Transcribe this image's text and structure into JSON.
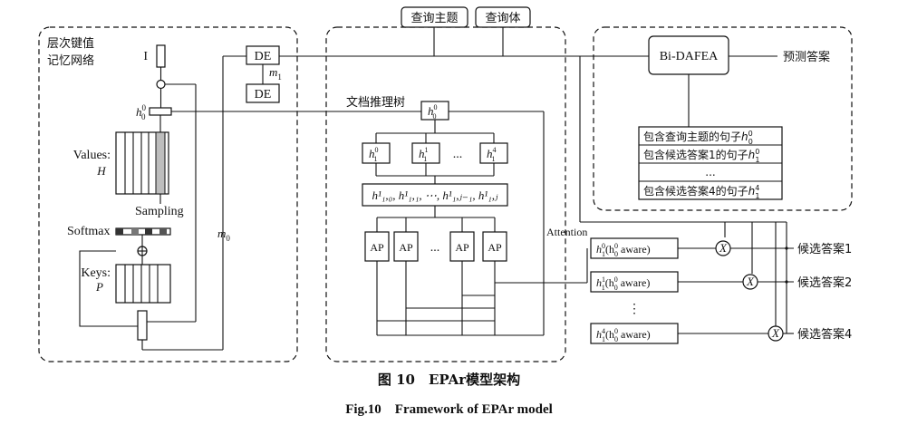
{
  "top_inputs": {
    "query_subject": "查询主题",
    "query_body": "查询体"
  },
  "memory": {
    "title_line1": "层次键值",
    "title_line2": "记忆网络",
    "input_label": "I",
    "h0_label": "h",
    "h0_sub": "0",
    "h0_sup": "0",
    "values_label": "Values:",
    "values_symbol": "H",
    "sampling_label": "Sampling",
    "softmax_label": "Softmax",
    "keys_label": "Keys:",
    "keys_symbol": "P",
    "m0_label": "m",
    "m0_sub": "0"
  },
  "de": {
    "de_top": "DE",
    "de_bottom": "DE",
    "m1_label": "m",
    "m1_sub": "1"
  },
  "tree": {
    "title": "文档推理树",
    "root_base": "h",
    "root_sup": "0",
    "root_sub": "0",
    "children": [
      {
        "base": "h",
        "sup": "0",
        "sub": "1"
      },
      {
        "base": "h",
        "sup": "1",
        "sub": "1"
      },
      {
        "base": "h",
        "sup": "4",
        "sub": "1"
      }
    ],
    "ellipsis": "...",
    "concat_label": "h¹₁,₀, h¹₁,₁, ⋯, h¹₁,ⱼ₋₁, h¹₁,ⱼ",
    "ap_label": "AP",
    "ap_ellipsis": "..."
  },
  "attention_label": "Attention",
  "bidaf": {
    "label": "Bi-DAFEA",
    "output_label": "预测答案",
    "sentences": [
      {
        "text": "包含查询主题的句子",
        "base": "h",
        "sup": "0",
        "sub": "0"
      },
      {
        "text": "包含候选答案1的句子",
        "base": "h",
        "sup": "0",
        "sub": "1"
      },
      {
        "text": "...",
        "base": "",
        "sup": "",
        "sub": ""
      },
      {
        "text": "包含候选答案4的句子",
        "base": "h",
        "sup": "4",
        "sub": "1"
      }
    ]
  },
  "candidates": [
    {
      "box_prefix": "h",
      "box_sup": "0",
      "box_sub": "1",
      "box_mid": "(h",
      "box_mid_sup": "0",
      "box_mid_sub": "0",
      "box_suffix": " aware)",
      "label": "候选答案1"
    },
    {
      "box_prefix": "h",
      "box_sup": "1",
      "box_sub": "1",
      "box_mid": "(h",
      "box_mid_sup": "0",
      "box_mid_sub": "0",
      "box_suffix": " aware)",
      "label": "候选答案2"
    },
    {
      "box_prefix": "h",
      "box_sup": "4",
      "box_sub": "1",
      "box_mid": "(h",
      "box_mid_sup": "0",
      "box_mid_sub": "0",
      "box_suffix": " aware)",
      "label": "候选答案4"
    }
  ],
  "candidate_ellipsis": "⋮",
  "multiply_symbol": "X",
  "caption": {
    "cn": "图 10　EPAr模型架构",
    "en": "Fig.10　Framework of EPAr model"
  }
}
